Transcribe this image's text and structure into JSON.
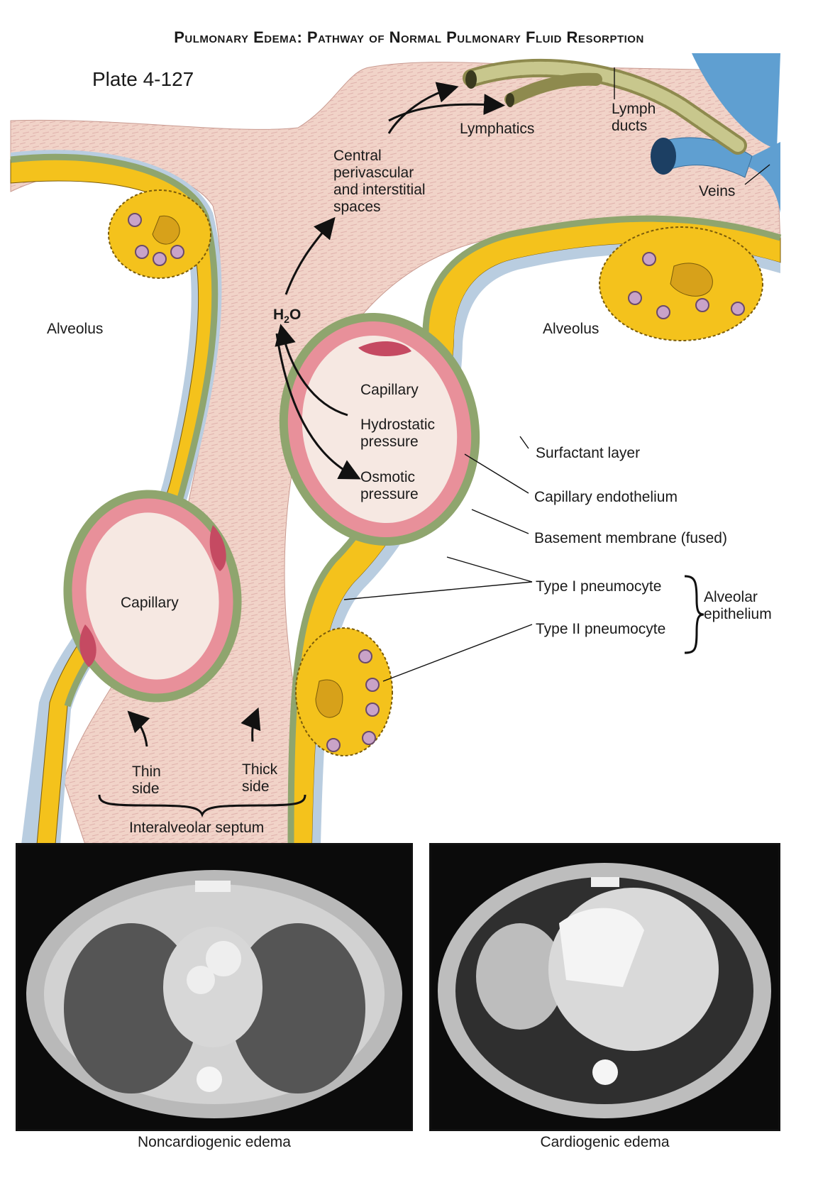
{
  "header": {
    "title": "Pulmonary Edema: Pathway of Normal Pulmonary Fluid Resorption",
    "plate": "Plate 4-127"
  },
  "labels": {
    "lymph_ducts_1": "Lymph",
    "lymph_ducts_2": "ducts",
    "lymphatics": "Lymphatics",
    "veins": "Veins",
    "central_1": "Central",
    "central_2": "perivascular",
    "central_3": "and interstitial",
    "central_4": "spaces",
    "alveolus_left": "Alveolus",
    "alveolus_right": "Alveolus",
    "h2o": "H",
    "h2o_sub": "2",
    "h2o_o": "O",
    "capillary_upper": "Capillary",
    "capillary_lower": "Capillary",
    "hydrostatic_1": "Hydrostatic",
    "hydrostatic_2": "pressure",
    "osmotic_1": "Osmotic",
    "osmotic_2": "pressure",
    "surfactant": "Surfactant layer",
    "endothelium": "Capillary endothelium",
    "basement": "Basement membrane (fused)",
    "type1": "Type I pneumocyte",
    "type2": "Type II pneumocyte",
    "alveolar_epi_1": "Alveolar",
    "alveolar_epi_2": "epithelium",
    "thin_1": "Thin",
    "thin_2": "side",
    "thick_1": "Thick",
    "thick_2": "side",
    "septum": "Interalveolar septum"
  },
  "images": {
    "left_caption": "Noncardiogenic edema",
    "right_caption": "Cardiogenic edema"
  },
  "colors": {
    "interstitium": "#f1d3c8",
    "epithelium": "#f4c21c",
    "basement": "#8fa56e",
    "endothelium": "#e8909a",
    "surfactant": "#b9cde0",
    "vein": "#5f9fd1",
    "lymph": "#b6b57a"
  }
}
